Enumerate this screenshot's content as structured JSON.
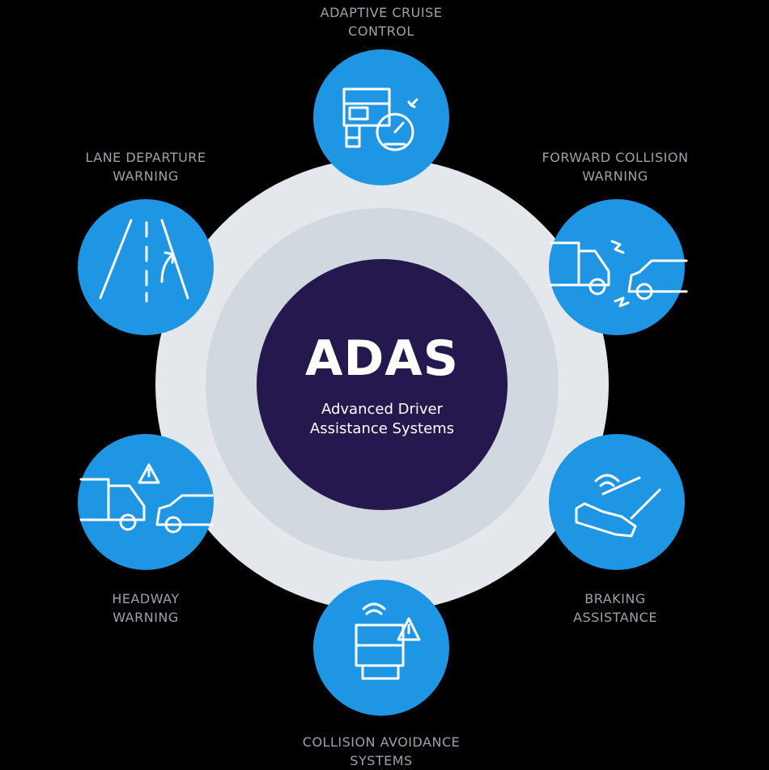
{
  "center": {
    "title": "ADAS",
    "subtitle_line1": "Advanced Driver",
    "subtitle_line2": "Assistance Systems"
  },
  "features": [
    {
      "id": "adaptive-cruise-control",
      "line1": "ADAPTIVE CRUISE",
      "line2": "CONTROL",
      "icon": "truck-speedometer-icon"
    },
    {
      "id": "forward-collision-warning",
      "line1": "FORWARD COLLISION",
      "line2": "WARNING",
      "icon": "truck-car-collision-icon"
    },
    {
      "id": "braking-assistance",
      "line1": "BRAKING",
      "line2": "ASSISTANCE",
      "icon": "foot-brake-pedal-icon"
    },
    {
      "id": "collision-avoidance-systems",
      "line1": "COLLISION AVOIDANCE",
      "line2": "SYSTEMS",
      "icon": "truck-warning-signal-icon"
    },
    {
      "id": "headway-warning",
      "line1": "HEADWAY",
      "line2": "WARNING",
      "icon": "truck-car-warning-icon"
    },
    {
      "id": "lane-departure-warning",
      "line1": "LANE DEPARTURE",
      "line2": "WARNING",
      "icon": "lane-road-arrow-icon"
    }
  ],
  "colors": {
    "background": "#000000",
    "feature_circle": "#1e96e4",
    "center_circle": "#24184f",
    "outer_ring": "#e4e8ec",
    "inner_ring": "#d2d8df",
    "label_text": "#9aa3ad"
  }
}
